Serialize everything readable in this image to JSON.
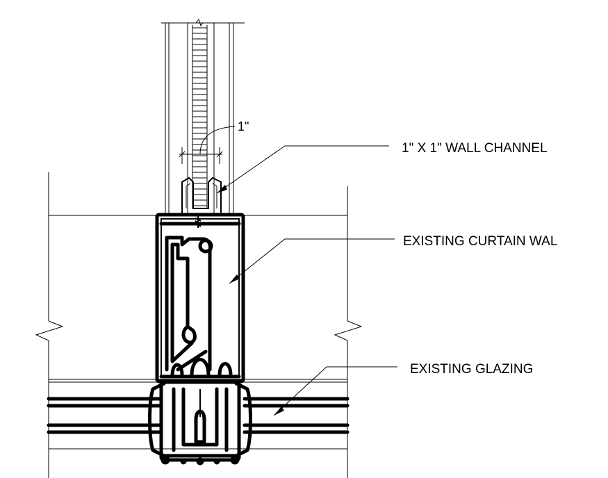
{
  "labels": {
    "wall_channel": "1\" X 1\" WALL CHANNEL",
    "curtain_wall": "EXISTING CURTAIN WAL",
    "glazing": "EXISTING GLAZING"
  },
  "dimension": {
    "text": "1\""
  }
}
